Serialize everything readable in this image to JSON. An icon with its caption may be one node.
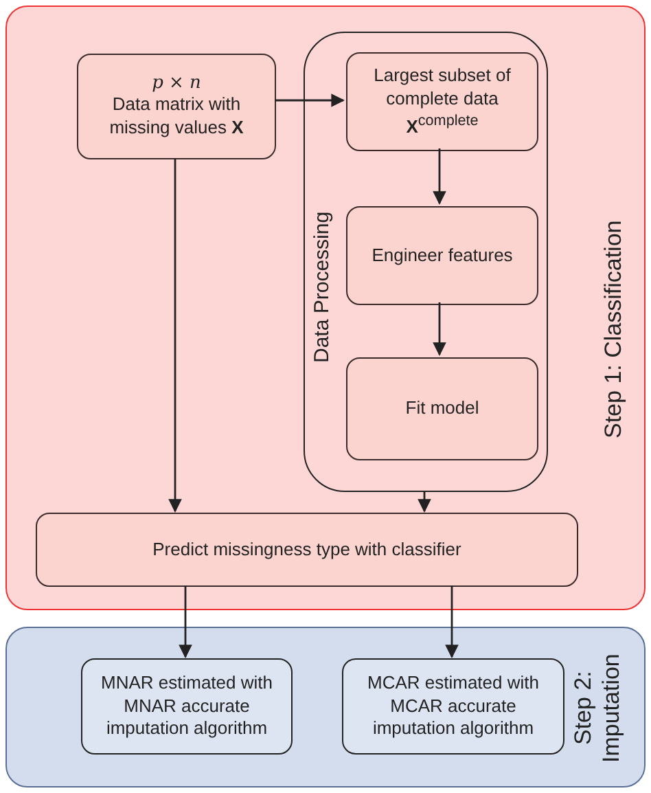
{
  "diagram": {
    "nodes": [
      {
        "text": [
          "Step 1: Classification"
        ]
      },
      {
        "text": [
          "p × n",
          "Data matrix with missing values **X**"
        ],
        "in": 0
      },
      {
        "text": [
          "Data Processing"
        ],
        "in": 0
      },
      {
        "text": [
          "Largest subset of complete data **X**$^{complete}$"
        ],
        "in": 2
      },
      {
        "text": [
          "Engineer features"
        ],
        "in": 2
      },
      {
        "text": [
          "Fit model"
        ],
        "in": 2
      },
      {
        "text": [
          "Predict missingness type with classifier"
        ],
        "in": 0
      },
      {
        "text": [
          "Step 2: Imputation"
        ]
      },
      {
        "text": [
          "MNAR estimated with MNAR accurate imputation algorithm"
        ],
        "in": 7
      },
      {
        "text": [
          "MCAR estimated with MCAR accurate imputation algorithm"
        ],
        "in": 7
      }
    ],
    "edges": [
      {
        "from": 1,
        "to": 3,
        "arrow": "to"
      },
      {
        "from": 3,
        "to": 4,
        "arrow": "to"
      },
      {
        "from": 4,
        "to": 5,
        "arrow": "to"
      },
      {
        "from": 1,
        "to": 6,
        "arrow": "to"
      },
      {
        "from": 2,
        "to": 6,
        "arrow": "to"
      },
      {
        "from": 6,
        "to": 8,
        "arrow": "to"
      },
      {
        "from": 6,
        "to": 9,
        "arrow": "to"
      }
    ]
  }
}
